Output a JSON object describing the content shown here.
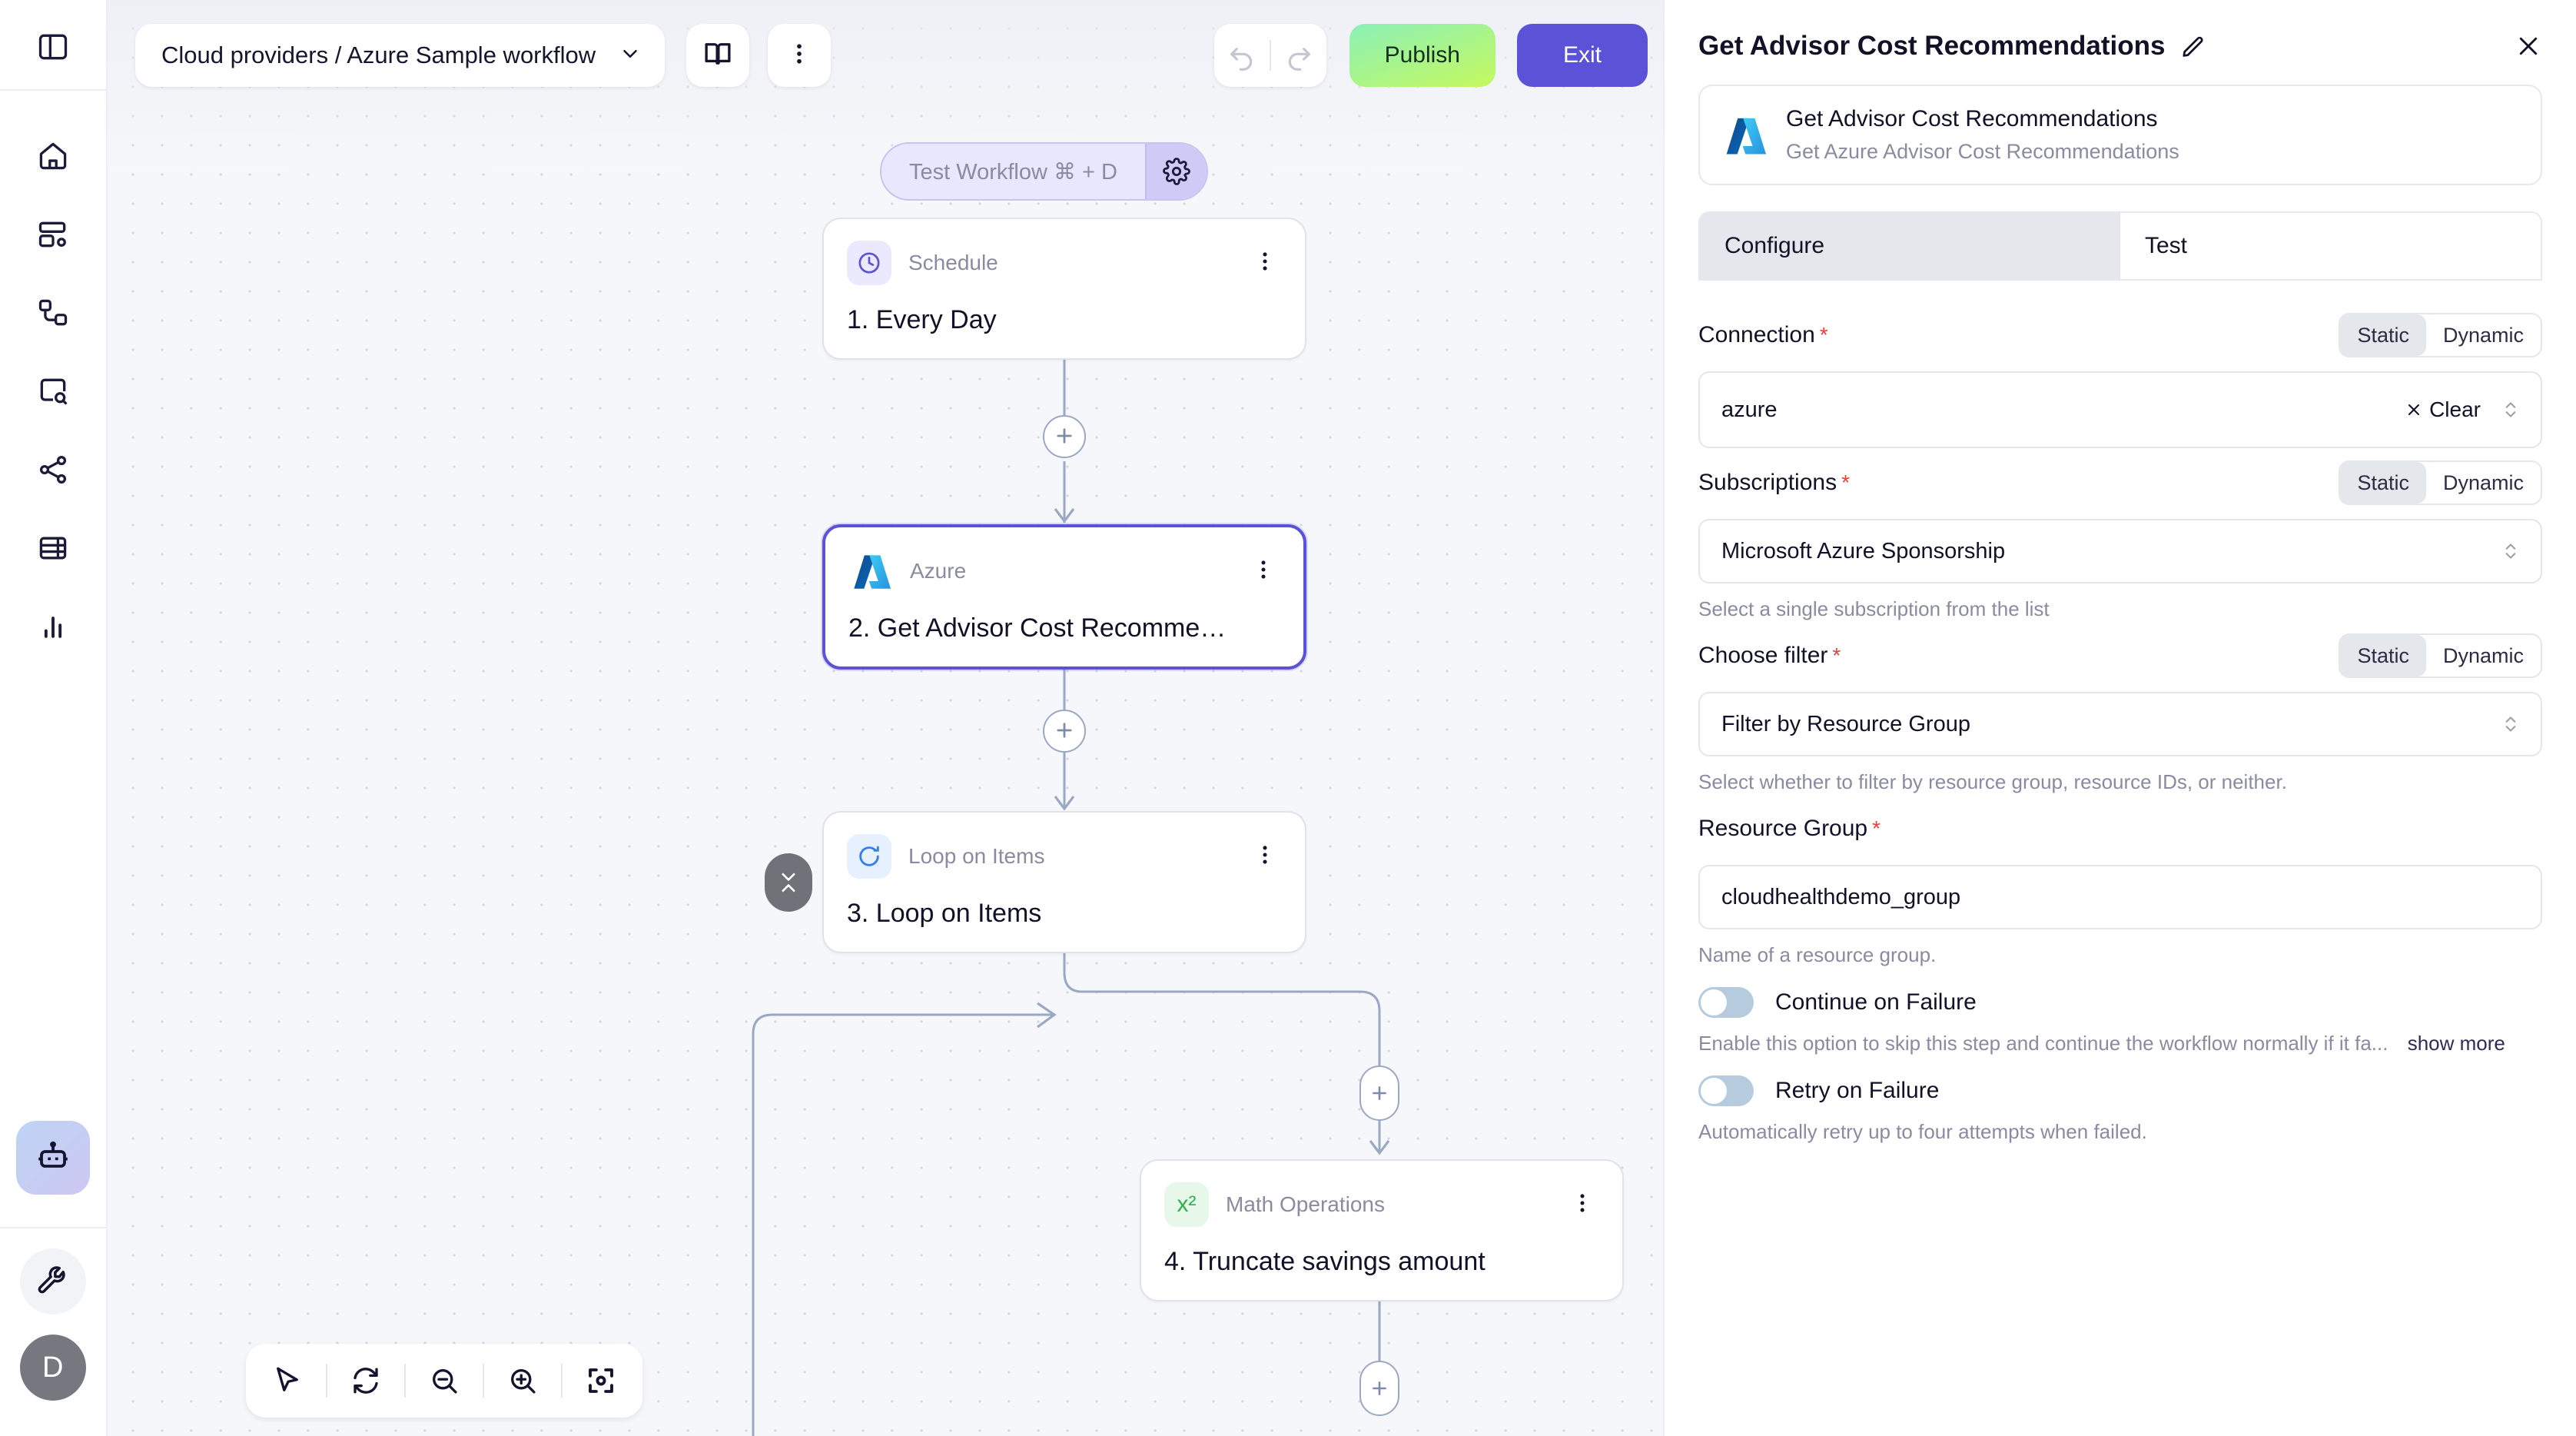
{
  "rail": {
    "toggle_sidebar": "sidebar-toggle",
    "items": [
      {
        "name": "home",
        "label": "Home"
      },
      {
        "name": "dashboard",
        "label": "Dashboard"
      },
      {
        "name": "workflows",
        "label": "Workflows"
      },
      {
        "name": "explore",
        "label": "Explore"
      },
      {
        "name": "integrations",
        "label": "Integrations"
      },
      {
        "name": "tables",
        "label": "Tables"
      },
      {
        "name": "analytics",
        "label": "Analytics"
      }
    ],
    "bottom": {
      "assistant": "assistant",
      "tools": "tools",
      "avatar_initial": "D"
    }
  },
  "header": {
    "workflow_path": "Cloud providers / Azure Sample workflow",
    "docs_icon": "book-icon",
    "more_icon": "more-vertical-icon",
    "undo_label": "Undo",
    "redo_label": "Redo",
    "publish_label": "Publish",
    "exit_label": "Exit",
    "publish_color": "#c6f95e",
    "exit_color": "#5b52d8"
  },
  "canvas": {
    "test_pill": {
      "label": "Test Workflow ⌘ + D",
      "gear_icon": "gear-icon"
    },
    "nodes": [
      {
        "type": "Schedule",
        "title": "1. Every Day",
        "icon": "clock-icon",
        "selected": false
      },
      {
        "type": "Azure",
        "title": "2. Get Advisor Cost Recomme…",
        "icon": "azure-icon",
        "selected": true
      },
      {
        "type": "Loop on Items",
        "title": "3. Loop on Items",
        "icon": "loop-icon",
        "selected": false
      },
      {
        "type": "Math Operations",
        "title": "4. Truncate savings amount",
        "icon": "math-icon",
        "selected": false
      }
    ],
    "add_label": "+",
    "tools": [
      {
        "name": "select-tool",
        "icon": "cursor-icon"
      },
      {
        "name": "reset-tool",
        "icon": "refresh-icon"
      },
      {
        "name": "zoom-out",
        "icon": "zoom-out-icon"
      },
      {
        "name": "zoom-in",
        "icon": "zoom-in-icon"
      },
      {
        "name": "fit-view",
        "icon": "focus-icon"
      }
    ]
  },
  "panel": {
    "title": "Get Advisor Cost Recommendations",
    "edit_icon": "pencil-icon",
    "close_icon": "close-icon",
    "action": {
      "name": "Get Advisor Cost Recommendations",
      "description": "Get Azure Advisor Cost Recommendations",
      "logo": "azure-icon"
    },
    "tabs": [
      {
        "label": "Configure",
        "active": true
      },
      {
        "label": "Test",
        "active": false
      }
    ],
    "mode_options": {
      "static": "Static",
      "dynamic": "Dynamic"
    },
    "fields": [
      {
        "label": "Connection",
        "required": true,
        "mode": "Static",
        "value": "azure",
        "clear_label": "Clear",
        "hint": ""
      },
      {
        "label": "Subscriptions",
        "required": true,
        "mode": "Static",
        "value": "Microsoft Azure Sponsorship",
        "hint": "Select a single subscription from the list"
      },
      {
        "label": "Choose filter",
        "required": true,
        "mode": "Static",
        "value": "Filter by Resource Group",
        "hint": "Select whether to filter by resource group, resource IDs, or neither."
      },
      {
        "label": "Resource Group",
        "required": true,
        "value": "cloudhealthdemo_group",
        "hint": "Name of a resource group."
      }
    ],
    "toggles": [
      {
        "label": "Continue on Failure",
        "on": false,
        "hint": "Enable this option to skip this step and continue the workflow normally if it fa...",
        "show_more": "show more"
      },
      {
        "label": "Retry on Failure",
        "on": false,
        "hint": "Automatically retry up to four attempts when failed.",
        "show_more": ""
      }
    ]
  }
}
